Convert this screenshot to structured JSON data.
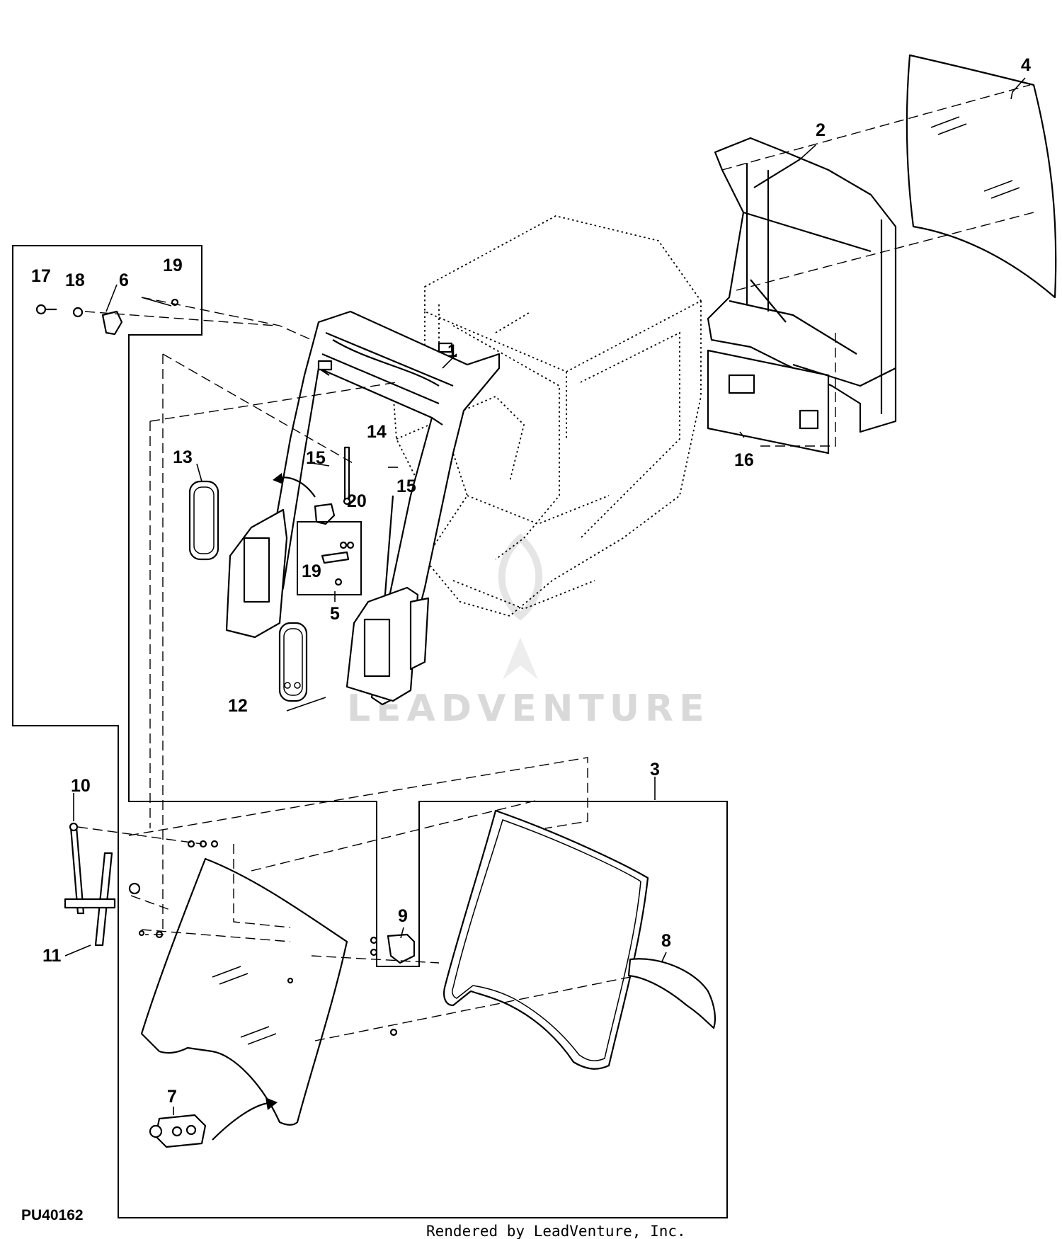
{
  "figure_id": "PU40162",
  "footer": "Rendered by LeadVenture, Inc.",
  "watermark": "LEADVENTURE",
  "callouts": {
    "c1": "1",
    "c2": "2",
    "c3": "3",
    "c4": "4",
    "c5": "5",
    "c6": "6",
    "c7": "7",
    "c8": "8",
    "c9": "9",
    "c10": "10",
    "c11": "11",
    "c12": "12",
    "c13": "13",
    "c14": "14",
    "c15a": "15",
    "c15b": "15",
    "c16": "16",
    "c17": "17",
    "c18": "18",
    "c19a": "19",
    "c19b": "19",
    "c20": "20"
  }
}
